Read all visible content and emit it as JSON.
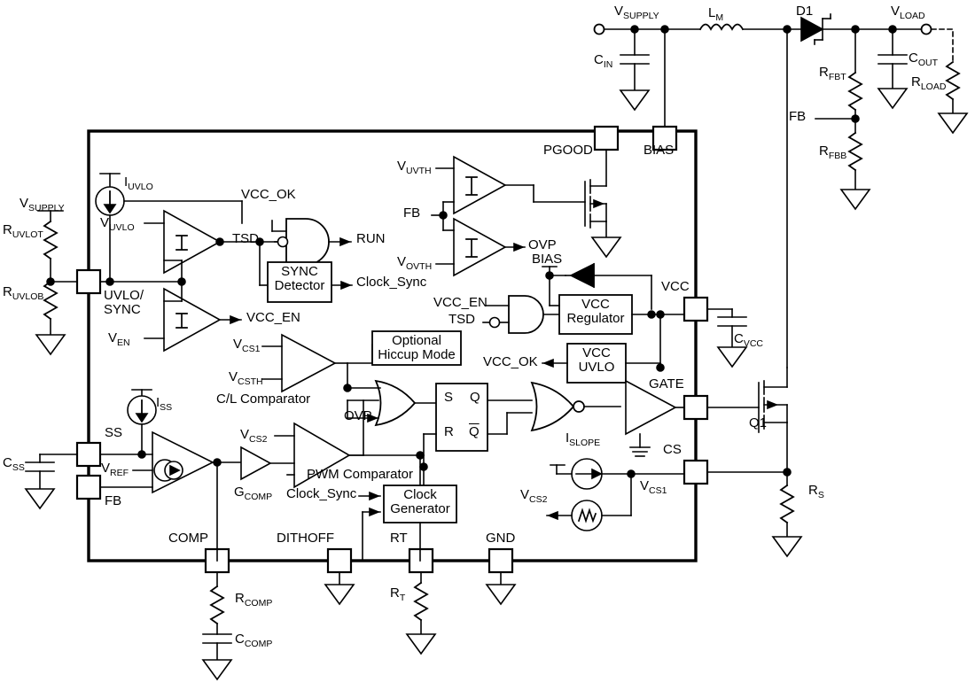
{
  "diagram": {
    "title": "Boost Converter Controller Functional Block Diagram",
    "type": "schematic"
  },
  "colors": {
    "line": "#000000",
    "fill": "#ffffff",
    "text": "#000000"
  },
  "external": {
    "v_supply": "V",
    "v_supply_sub": "SUPPLY",
    "c_in": "C",
    "c_in_sub": "IN",
    "l_m": "L",
    "l_m_sub": "M",
    "d1": "D1",
    "v_load": "V",
    "v_load_sub": "LOAD",
    "c_out": "C",
    "c_out_sub": "OUT",
    "r_load": "R",
    "r_load_sub": "LOAD",
    "r_fbt": "R",
    "r_fbt_sub": "FBT",
    "r_fbb": "R",
    "r_fbb_sub": "FBB",
    "fb_node": "FB",
    "c_vcc": "C",
    "c_vcc_sub": "VCC",
    "q1": "Q1",
    "r_s": "R",
    "r_s_sub": "S",
    "r_comp": "R",
    "r_comp_sub": "COMP",
    "c_comp": "C",
    "c_comp_sub": "COMP",
    "r_t": "R",
    "r_t_sub": "T",
    "c_ss": "C",
    "c_ss_sub": "SS",
    "r_uvlot": "R",
    "r_uvlot_sub": "UVLOT",
    "r_uvlob": "R",
    "r_uvlob_sub": "UVLOB",
    "v_supply_left": "V",
    "v_supply_left_sub": "SUPPLY"
  },
  "pins": [
    {
      "name": "UVLO/SYNC",
      "line1": "UVLO/",
      "line2": "SYNC",
      "side": "left"
    },
    {
      "name": "SS",
      "line1": "SS",
      "side": "left"
    },
    {
      "name": "FB",
      "line1": "FB",
      "side": "left"
    },
    {
      "name": "PGOOD",
      "line1": "PGOOD",
      "side": "top"
    },
    {
      "name": "BIAS",
      "line1": "BIAS",
      "side": "top"
    },
    {
      "name": "VCC",
      "line1": "VCC",
      "side": "right"
    },
    {
      "name": "GATE",
      "line1": "GATE",
      "side": "right"
    },
    {
      "name": "CS",
      "line1": "CS",
      "side": "right"
    },
    {
      "name": "COMP",
      "line1": "COMP",
      "side": "bottom"
    },
    {
      "name": "DITHOFF",
      "line1": "DITHOFF",
      "side": "bottom"
    },
    {
      "name": "RT",
      "line1": "RT",
      "side": "bottom"
    },
    {
      "name": "GND",
      "line1": "GND",
      "side": "bottom"
    }
  ],
  "blocks": {
    "sync_detector_l1": "SYNC",
    "sync_detector_l2": "Detector",
    "optional_hiccup_l1": "Optional",
    "optional_hiccup_l2": "Hiccup Mode",
    "vcc_regulator_l1": "VCC",
    "vcc_regulator_l2": "Regulator",
    "vcc_uvlo_l1": "VCC",
    "vcc_uvlo_l2": "UVLO",
    "clock_generator_l1": "Clock",
    "clock_generator_l2": "Generator",
    "latch_s": "S",
    "latch_q": "Q",
    "latch_r": "R",
    "latch_qbar": "Q"
  },
  "signals": {
    "i_uvlo": "I",
    "i_uvlo_sub": "UVLO",
    "v_uvlo": "V",
    "v_uvlo_sub": "UVLO",
    "v_en": "V",
    "v_en_sub": "EN",
    "vcc_ok": "VCC_OK",
    "tsd": "TSD",
    "run": "RUN",
    "clock_sync": "Clock_Sync",
    "vcc_en": "VCC_EN",
    "v_uvth": "V",
    "v_uvth_sub": "UVTH",
    "v_ovth": "V",
    "v_ovth_sub": "OVTH",
    "fb_in": "FB",
    "ovp": "OVP",
    "bias_internal": "BIAS",
    "vcc_node": "VCC",
    "vcc_ok_out": "VCC_OK",
    "i_ss": "I",
    "i_ss_sub": "SS",
    "v_ref": "V",
    "v_ref_sub": "REF",
    "g_comp": "G",
    "g_comp_sub": "COMP",
    "v_cs1": "V",
    "v_cs1_sub": "CS1",
    "v_csth": "V",
    "v_csth_sub": "CSTH",
    "v_cs2": "V",
    "v_cs2_sub": "CS2",
    "cl_comparator": "C/L Comparator",
    "pwm_comparator": "PWM Comparator",
    "clock_sync_2": "Clock_Sync",
    "i_slope": "I",
    "i_slope_sub": "SLOPE",
    "v_cs1_out": "V",
    "v_cs1_out_sub": "CS1",
    "v_cs2_out": "V",
    "v_cs2_out_sub": "CS2"
  }
}
